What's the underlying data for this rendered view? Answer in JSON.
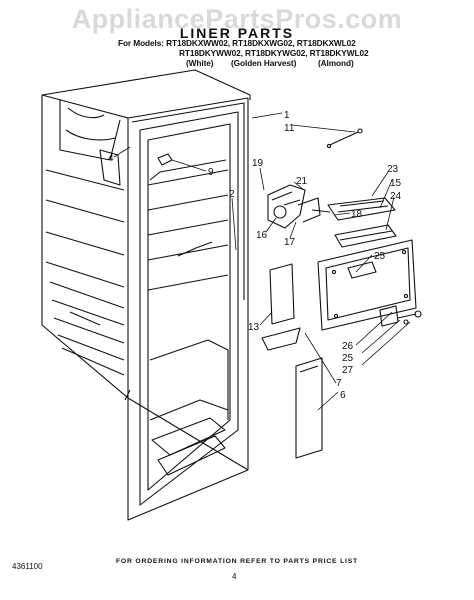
{
  "watermark": "AppliancePartsPros.com",
  "title": "LINER PARTS",
  "models": {
    "prefix": "For Models:",
    "row1": "RT18DKXWW02, RT18DKXWG02, RT18DKXWL02",
    "row2": "RT18DKYWW02, RT18DKYWG02, RT18DKYWL02",
    "colors": [
      "(White)",
      "(Golden Harvest)",
      "(Almond)"
    ]
  },
  "callouts": [
    "1",
    "11",
    "4",
    "9",
    "19",
    "21",
    "2",
    "23",
    "15",
    "24",
    "18",
    "16",
    "17",
    "25",
    "13",
    "26",
    "25",
    "27",
    "7",
    "6"
  ],
  "footer": {
    "ordering_note": "FOR ORDERING INFORMATION REFER TO PARTS PRICE LIST",
    "doc_number": "4361100",
    "page_number": "4"
  }
}
